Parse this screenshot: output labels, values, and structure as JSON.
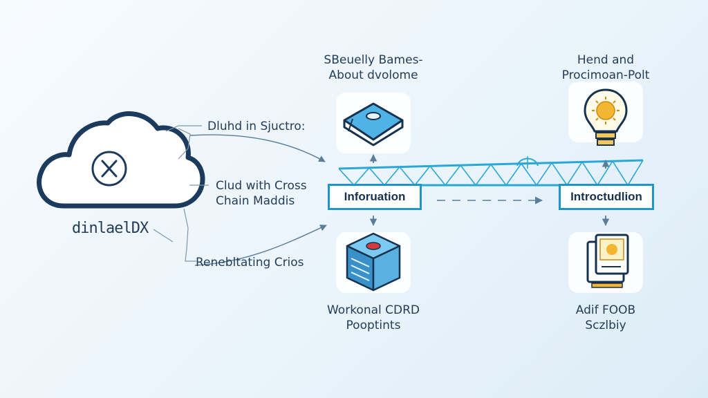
{
  "cloud": {
    "icon": "x-circle-icon",
    "label": "dinlaelDX"
  },
  "left_labels": {
    "top": "Dluhd in Sjuctro:",
    "middle_line1": "Clud with Cross",
    "middle_line2": "Chain Maddis",
    "bottom": "Renebltating Crios"
  },
  "nodes": {
    "left_box": "Inforuation",
    "right_box": "Introctudlion"
  },
  "captions": {
    "top_center_line1": "SBeuelly Bames-",
    "top_center_line2": "About dvolome",
    "top_right_line1": "Hend and",
    "top_right_line2": "Procimoan-Polt",
    "bottom_center_line1": "Workonal CDRD",
    "bottom_center_line2": "Pooptints",
    "bottom_right_line1": "Adif FOOB",
    "bottom_right_line2": "Sczlbiy"
  },
  "icons": {
    "top_center": "blueprint-icon",
    "top_right": "lightbulb-icon",
    "bottom_center": "database-server-icon",
    "bottom_right": "document-stack-icon"
  },
  "colors": {
    "accent": "#1e95c6",
    "navy": "#1b3a5c",
    "bridge": "#2aa7d6",
    "arrow": "#5a7d99",
    "sun": "#f2b632"
  }
}
